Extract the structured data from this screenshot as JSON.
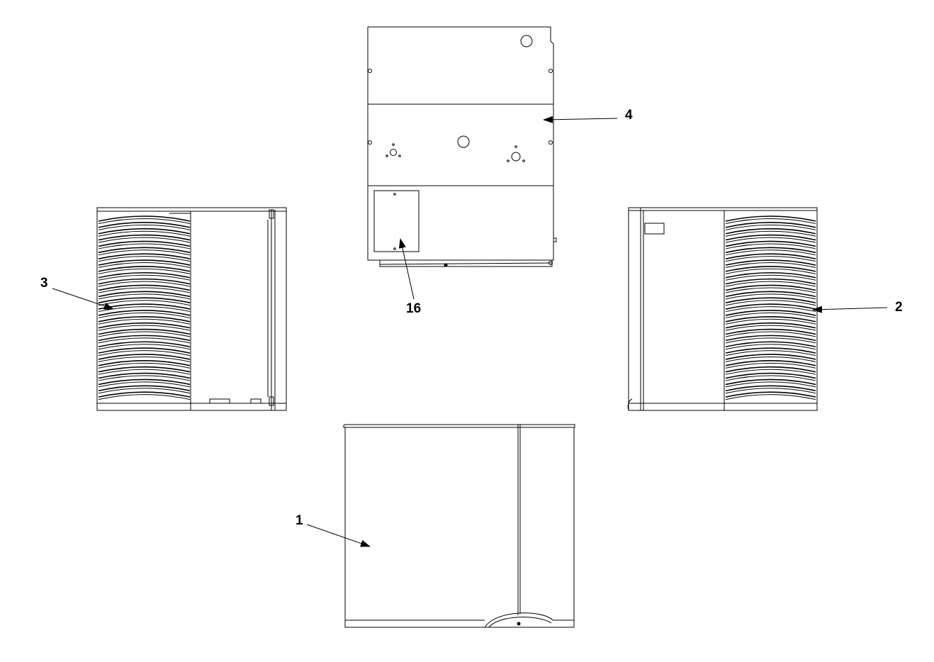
{
  "callouts": [
    {
      "id": "c1",
      "label": "1"
    },
    {
      "id": "c2",
      "label": "2"
    },
    {
      "id": "c3",
      "label": "3"
    },
    {
      "id": "c4",
      "label": "4"
    },
    {
      "id": "c16",
      "label": "16"
    }
  ]
}
